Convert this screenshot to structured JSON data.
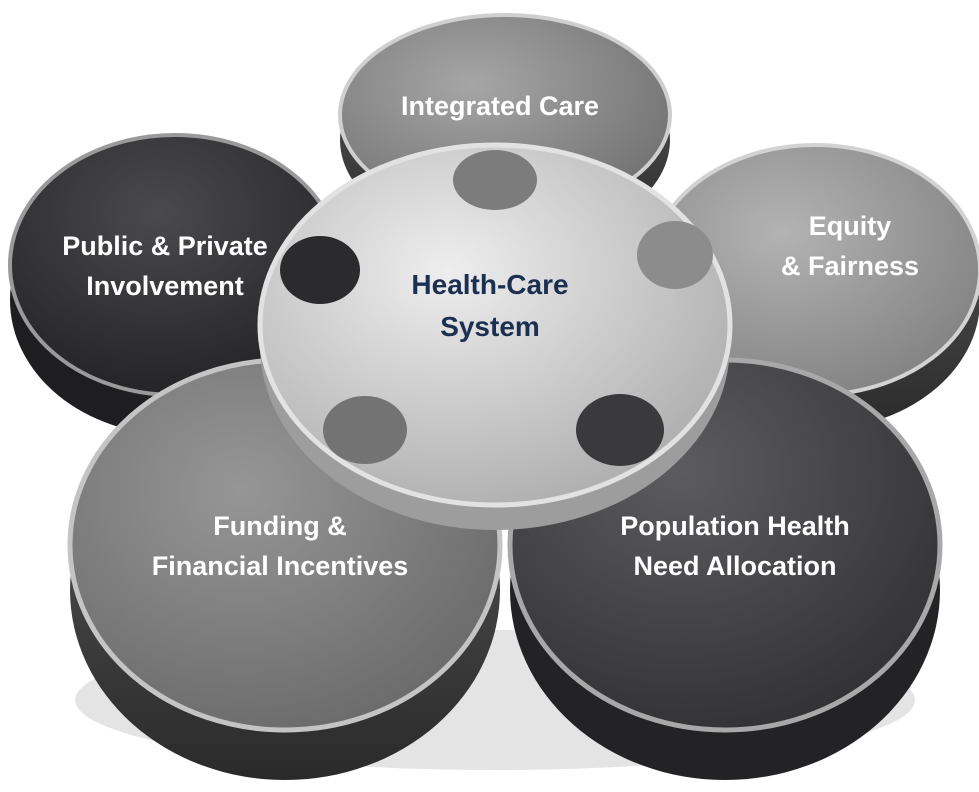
{
  "center": {
    "line1": "Health-Care",
    "line2": "System"
  },
  "petals": {
    "top": {
      "line1": "Integrated Care"
    },
    "right": {
      "line1": "Equity",
      "line2": "& Fairness"
    },
    "left": {
      "line1": "Public & Private",
      "line2": "Involvement"
    },
    "bottom_left": {
      "line1": "Funding &",
      "line2": "Financial Incentives"
    },
    "bottom_right": {
      "line1": "Population Health",
      "line2": "Need Allocation"
    }
  },
  "colors": {
    "center": "#c9c9c9",
    "top": "#8a8a8a",
    "right": "#9a9a9a",
    "left": "#2f2f31",
    "bottom_left": "#7d7d7d",
    "bottom_right": "#434346",
    "center_text": "#1b2f50",
    "petal_text": "#ffffff"
  }
}
